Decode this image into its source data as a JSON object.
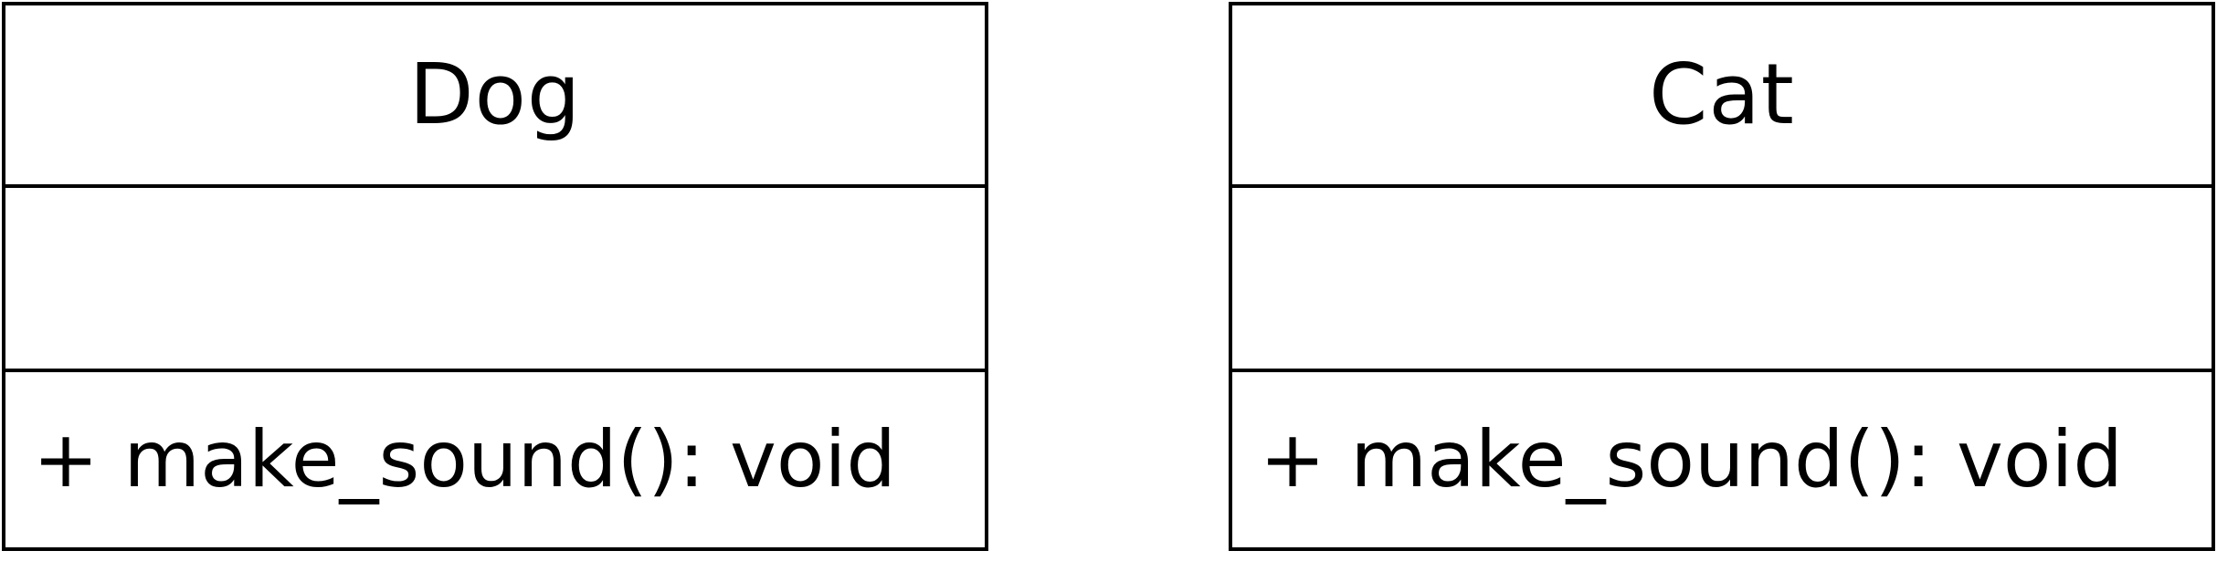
{
  "diagram": {
    "classes": [
      {
        "name": "Dog",
        "attributes": [],
        "methods": [
          "+ make_sound(): void"
        ]
      },
      {
        "name": "Cat",
        "attributes": [],
        "methods": [
          "+ make_sound(): void"
        ]
      }
    ]
  },
  "colors": {
    "stroke": "#000000",
    "background": "#ffffff"
  }
}
